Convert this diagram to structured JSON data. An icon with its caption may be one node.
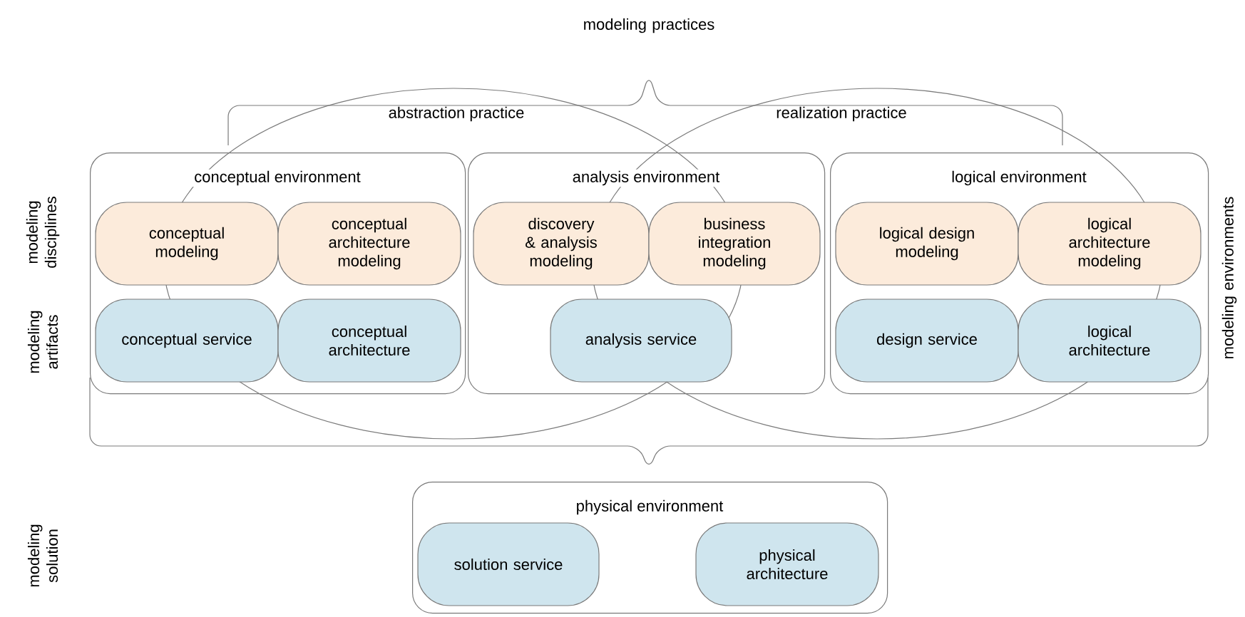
{
  "diagram": {
    "nodes": [
      {
        "text": [
          "abstraction practice"
        ]
      },
      {
        "text": [
          "realization practice"
        ]
      },
      {
        "text": [
          "conceptual environment"
        ]
      },
      {
        "text": [
          "conceptual modeling"
        ],
        "in": 2
      },
      {
        "text": [
          "conceptual architecture modeling"
        ],
        "in": 2
      },
      {
        "text": [
          "conceptual service"
        ],
        "in": 2
      },
      {
        "text": [
          "conceptual architecture"
        ],
        "in": 2
      },
      {
        "text": [
          "analysis environment"
        ]
      },
      {
        "text": [
          "discovery & analysis modeling"
        ]
      },
      {
        "text": [
          "business integration modeling"
        ]
      },
      {
        "text": [
          "analysis service"
        ]
      },
      {
        "text": [
          "logical environment"
        ]
      },
      {
        "text": [
          "logical design modeling"
        ],
        "in": 11
      },
      {
        "text": [
          "logical architecture modeling"
        ],
        "in": 11
      },
      {
        "text": [
          "design service"
        ],
        "in": 11
      },
      {
        "text": [
          "logical architecture"
        ],
        "in": 11
      },
      {
        "text": [
          "physical environment"
        ]
      },
      {
        "text": [
          "solution service"
        ],
        "in": 16
      },
      {
        "text": [
          "physical architecture"
        ],
        "in": 16
      }
    ],
    "labels": [
      "modeling practices",
      "modeling disciplines",
      "modeling artifacts",
      "modeling solution",
      "modeling environments"
    ]
  }
}
